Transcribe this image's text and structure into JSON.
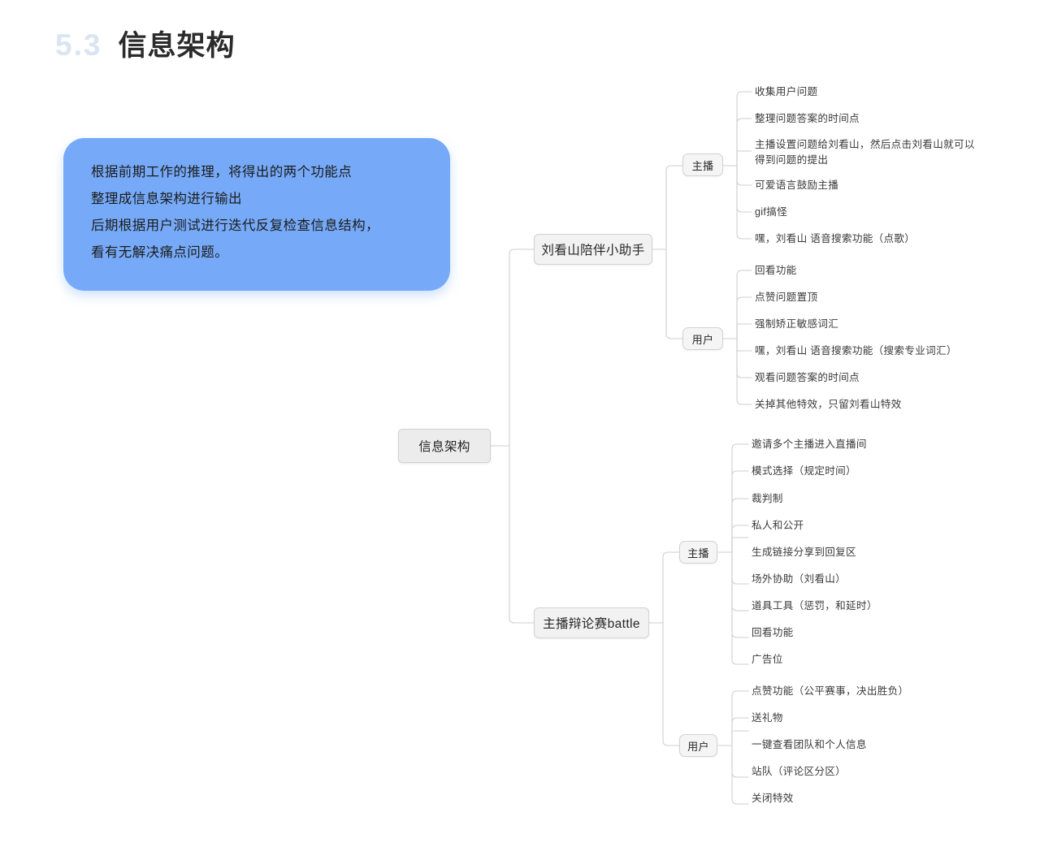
{
  "heading": {
    "number": "5.3",
    "title": "信息架构"
  },
  "callout": {
    "lines": [
      "根据前期工作的推理，将得出的两个功能点",
      "整理成信息架构进行输出",
      "后期根据用户测试进行迭代反复检查信息结构，",
      "看有无解决痛点问题。"
    ],
    "background_color": "#76AAF8",
    "text_color": "#1C1C1C"
  },
  "mindmap": {
    "root": {
      "label": "信息架构"
    },
    "branches": [
      {
        "label": "刘看山陪伴小助手",
        "groups": [
          {
            "label": "主播",
            "items": [
              "收集用户问题",
              "整理问题答案的时间点",
              "主播设置问题给刘看山，然后点击刘看山就可以得到问题的提出",
              "可爱语言鼓励主播",
              "gif搞怪",
              "嘿，刘看山 语音搜索功能（点歌）"
            ]
          },
          {
            "label": "用户",
            "items": [
              "回看功能",
              "点赞问题置顶",
              "强制矫正敏感词汇",
              "嘿，刘看山 语音搜索功能（搜索专业词汇）",
              "观看问题答案的时间点",
              "关掉其他特效，只留刘看山特效"
            ]
          }
        ]
      },
      {
        "label": "主播辩论赛battle",
        "groups": [
          {
            "label": "主播",
            "items": [
              "邀请多个主播进入直播间",
              "模式选择（规定时间）",
              "裁判制",
              "私人和公开",
              "生成链接分享到回复区",
              "场外协助（刘看山）",
              "道具工具（惩罚，和延时）",
              "回看功能",
              "广告位"
            ]
          },
          {
            "label": "用户",
            "items": [
              "点赞功能（公平赛事，决出胜负）",
              "送礼物",
              "一键查看团队和个人信息",
              "站队（评论区分区）",
              "关闭特效"
            ]
          }
        ]
      }
    ],
    "connector_color": "#CFCFCF",
    "node_fill": "#EFEFEF",
    "node_border": "#D2D2D2"
  }
}
